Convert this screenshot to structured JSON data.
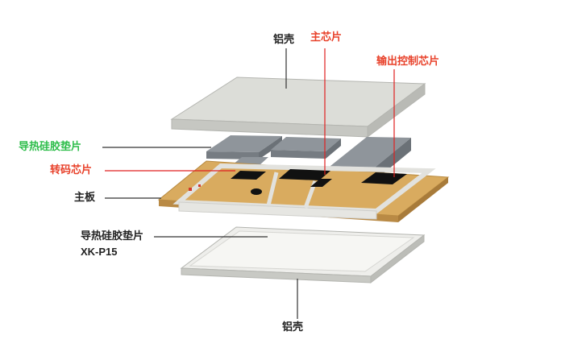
{
  "labels": {
    "top_shell": "铝壳",
    "main_chip": "主芯片",
    "output_chip": "输出控制芯片",
    "thermal_pad_top": "导热硅胶垫片",
    "transcode_chip": "转码芯片",
    "main_board": "主板",
    "thermal_pad_bottom": "导热硅胶垫片",
    "model": "XK-P15",
    "bottom_shell": "铝壳"
  },
  "colors": {
    "label_dark": "#222222",
    "label_red": "#e8412a",
    "label_green": "#2dbd4a",
    "line_dark": "#333333",
    "line_red": "#e02020",
    "shell_top": "#dcddd8",
    "shell_side": "#c4c5c0",
    "pad": "#8a9096",
    "pcb": "#d6a85c",
    "chip": "#111111",
    "frame": "#e8e8e4"
  }
}
